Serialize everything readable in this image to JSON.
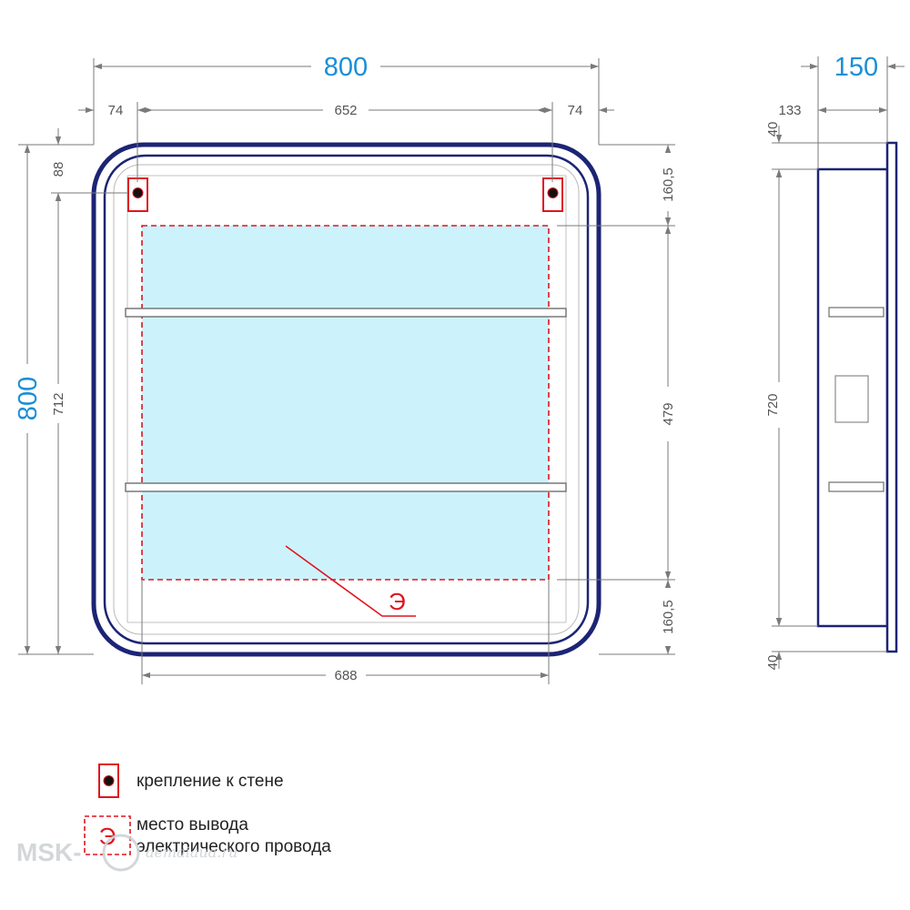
{
  "colors": {
    "frame": "#1c2475",
    "glass": "#ccf3fb",
    "outlet": "#e0141e",
    "mount": "#e0141e",
    "dimension_major": "#1a8fd6",
    "dimension_minor": "#555555"
  },
  "front_view": {
    "overall_width": "800",
    "overall_height": "800",
    "left_offset": "74",
    "mount_spacing": "652",
    "right_offset": "74",
    "top_offset": "88",
    "mount_height": "712",
    "upper_gap": "160,5",
    "glass_height": "479",
    "lower_gap": "160,5",
    "inner_width": "688",
    "outlet_marker": "Э"
  },
  "side_view": {
    "depth": "150",
    "body_depth": "133",
    "top_margin": "40",
    "body_height": "720",
    "bottom_margin": "40"
  },
  "legend": {
    "mount_label": "крепление к стене",
    "outlet_marker": "Э",
    "outlet_label_line1": "место вывода",
    "outlet_label_line2": "электрического провода"
  },
  "watermark": {
    "brand": "MSK-",
    "site": "aemaiaua.ru"
  }
}
